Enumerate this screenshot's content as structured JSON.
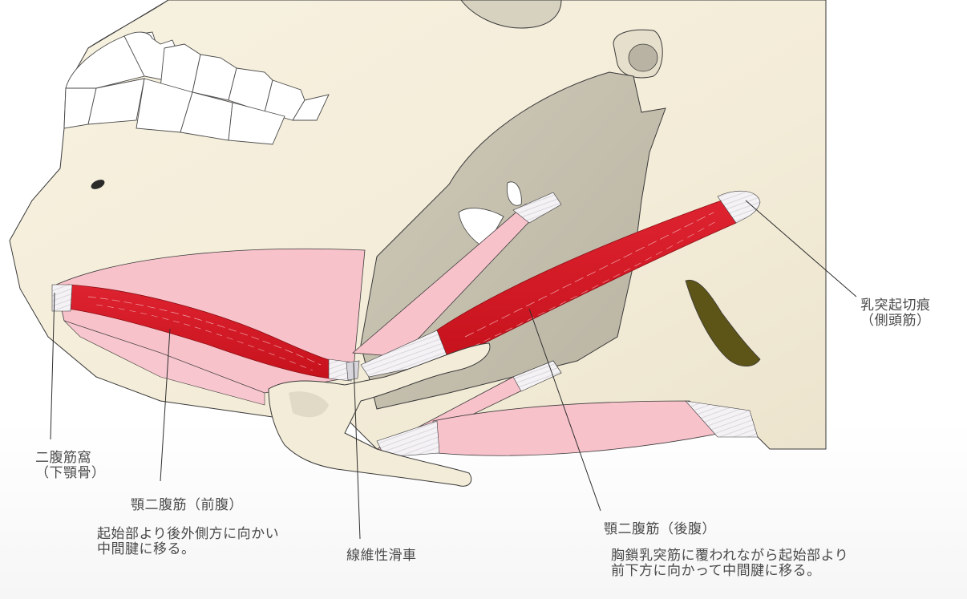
{
  "colors": {
    "bone": "#f5eedb",
    "bone_shadow": "#ddd6c2",
    "bone_dark": "#b9b3a3",
    "inner_bone": "#c9c3b2",
    "muscle_red": "#d41a24",
    "muscle_pink": "#f8c2cb",
    "tendon": "#f3f1f4",
    "cavity_olive": "#5d5417",
    "tooth": "#ffffff",
    "outline": "#3a3a3a",
    "label_text": "#4a4a4a",
    "leader_line": "#2f2f2f"
  },
  "labels": {
    "mastoid_notch": {
      "line1": "乳突起切痕",
      "line2": "（側頭筋）"
    },
    "digastric_fossa": {
      "line1": "二腹筋窩",
      "line2": "（下顎骨）"
    },
    "anterior_belly": {
      "title": "顎二腹筋（前腹）",
      "desc1": "起始部より後外側方に向かい",
      "desc2": "中間腱に移る。"
    },
    "fibrous_pulley": {
      "title": "線維性滑車"
    },
    "posterior_belly": {
      "title": "顎二腹筋（後腹）",
      "desc1": "胸鎖乳突筋に覆われながら起始部より",
      "desc2": "前下方に向かって中間腱に移る。"
    }
  }
}
